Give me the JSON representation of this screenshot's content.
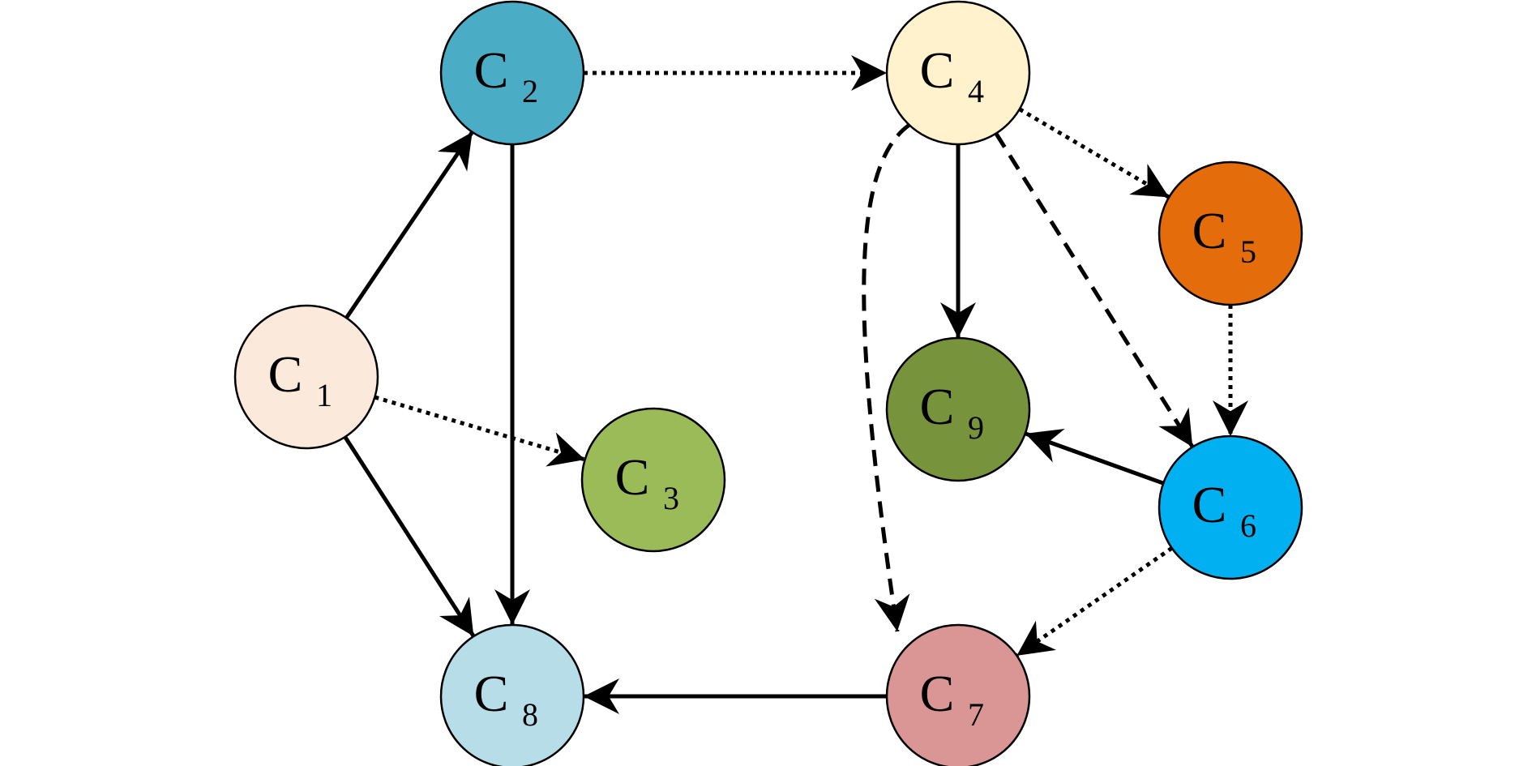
{
  "diagram": {
    "nodes": [
      {
        "id": "C1",
        "letter": "C",
        "sub": "1",
        "fill": "#fbe9dc"
      },
      {
        "id": "C2",
        "letter": "C",
        "sub": "2",
        "fill": "#4aacc5"
      },
      {
        "id": "C3",
        "letter": "C",
        "sub": "3",
        "fill": "#9bbb59"
      },
      {
        "id": "C4",
        "letter": "C",
        "sub": "4",
        "fill": "#fff2cc"
      },
      {
        "id": "C5",
        "letter": "C",
        "sub": "5",
        "fill": "#e46c0a"
      },
      {
        "id": "C6",
        "letter": "C",
        "sub": "6",
        "fill": "#00b0f0"
      },
      {
        "id": "C7",
        "letter": "C",
        "sub": "7",
        "fill": "#d99694"
      },
      {
        "id": "C8",
        "letter": "C",
        "sub": "8",
        "fill": "#b7dee8"
      },
      {
        "id": "C9",
        "letter": "C",
        "sub": "9",
        "fill": "#77933c"
      }
    ],
    "edges": [
      {
        "from": "C1",
        "to": "C2",
        "style": "solid"
      },
      {
        "from": "C1",
        "to": "C8",
        "style": "solid"
      },
      {
        "from": "C1",
        "to": "C3",
        "style": "dotted"
      },
      {
        "from": "C2",
        "to": "C8",
        "style": "solid"
      },
      {
        "from": "C2",
        "to": "C4",
        "style": "dotted"
      },
      {
        "from": "C4",
        "to": "C9",
        "style": "solid"
      },
      {
        "from": "C4",
        "to": "C5",
        "style": "dotted"
      },
      {
        "from": "C4",
        "to": "C6",
        "style": "dashed"
      },
      {
        "from": "C4",
        "to": "C7",
        "style": "dashed",
        "curved": true
      },
      {
        "from": "C5",
        "to": "C6",
        "style": "dotted"
      },
      {
        "from": "C6",
        "to": "C9",
        "style": "solid"
      },
      {
        "from": "C6",
        "to": "C7",
        "style": "dotted"
      },
      {
        "from": "C7",
        "to": "C8",
        "style": "solid"
      }
    ]
  }
}
